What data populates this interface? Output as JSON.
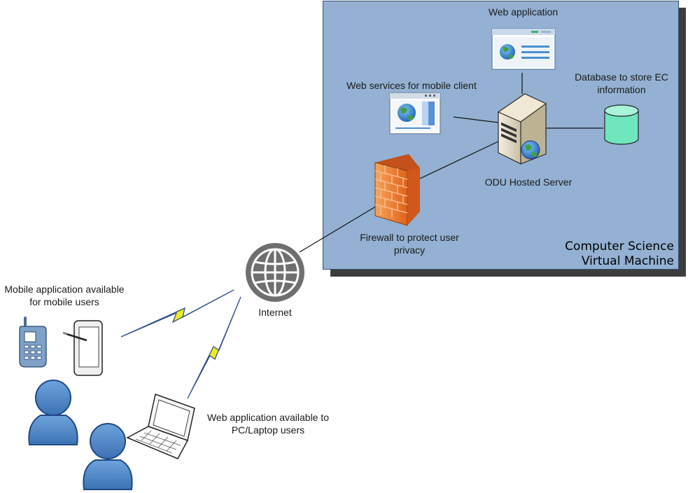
{
  "vm": {
    "title_line1": "Computer Science",
    "title_line2": "Virtual Machine"
  },
  "labels": {
    "web_application": "Web application",
    "web_services": "Web services for mobile client",
    "database_line1": "Database to store EC",
    "database_line2": "information",
    "server": "ODU Hosted Server",
    "firewall_line1": "Firewall to protect user",
    "firewall_line2": "privacy",
    "internet": "Internet",
    "mobile_line1": "Mobile application available",
    "mobile_line2": "for mobile users",
    "pc_line1": "Web application available to",
    "pc_line2": "PC/Laptop users"
  },
  "icons": {
    "web_app": "browser-window-icon",
    "web_services": "browser-window-icon",
    "database": "database-cylinder-icon",
    "server": "server-tower-icon",
    "firewall": "brick-firewall-icon",
    "internet": "globe-icon",
    "phone": "mobile-phone-icon",
    "tablet": "tablet-icon",
    "laptop": "laptop-icon",
    "user": "user-icon",
    "wireless": "lightning-bolt-icon"
  },
  "colors": {
    "vm_background": "#94b1d3",
    "database": "#6fe6bd",
    "firewall": "#f07d2e",
    "user": "#4f88c8",
    "lightning": "#e9e91a"
  }
}
